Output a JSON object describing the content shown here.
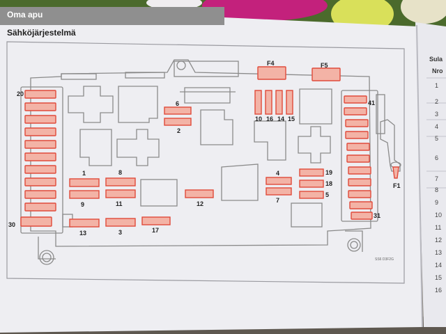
{
  "header": {
    "title": "Oma apu"
  },
  "section": {
    "title": "Sähköjärjestelmä"
  },
  "fuse_labels": {
    "top": [
      "F4",
      "F5"
    ],
    "middle_row": [
      "10",
      "16",
      "14",
      "15"
    ],
    "center": [
      "6",
      "2"
    ],
    "left_column_top": "20",
    "left_column_bottom": "30",
    "right_column_top": "41",
    "right_column_bottom": "31",
    "lower_left": [
      "1",
      "8",
      "9",
      "11",
      "13",
      "3",
      "17",
      "12"
    ],
    "lower_right": [
      "4",
      "7",
      "19",
      "18",
      "5"
    ],
    "relay": "F1"
  },
  "figure_code": "SS6 D3F2G",
  "side_table": {
    "title": "Sula",
    "header": "Nro",
    "rows": [
      "1",
      "2",
      "3",
      "4",
      "5",
      "6",
      "7",
      "8",
      "9",
      "10",
      "11",
      "12",
      "13",
      "14",
      "15",
      "16"
    ]
  },
  "colors": {
    "fuse_outline": "#e04a3a",
    "fuse_fill": "#f3b3a6",
    "diagram_line": "#8a8a8a",
    "header_bar": "#8f8f8f"
  }
}
